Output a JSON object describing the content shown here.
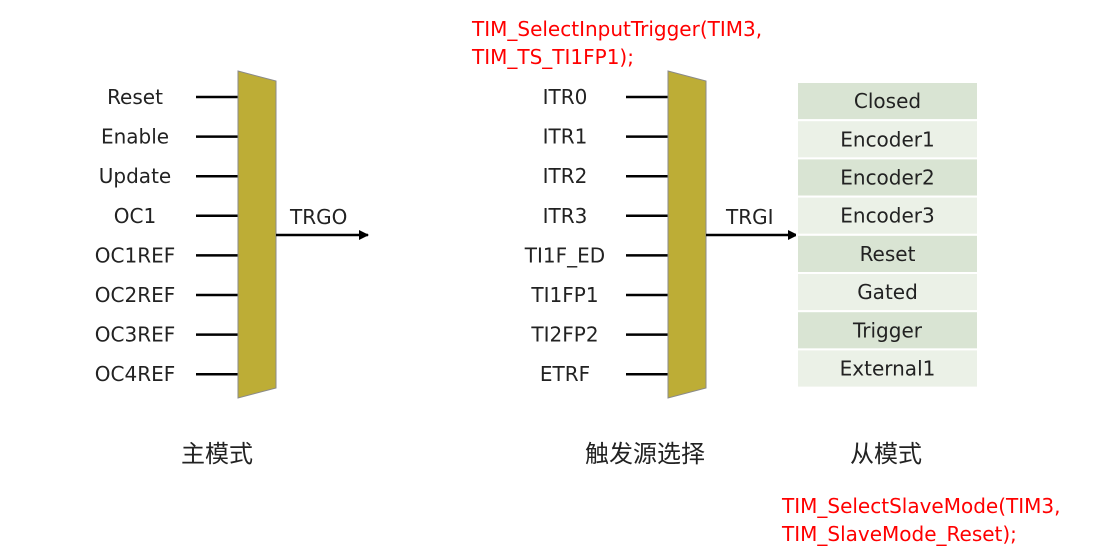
{
  "colors": {
    "mux_fill": "#bdad36",
    "mux_stroke": "#8a8a8a",
    "mode_fill_dark": "#d9e4d3",
    "mode_fill_light": "#ebf1e7",
    "mode_border": "#ffffff",
    "code_text": "#ff0000",
    "text": "#222222",
    "wire": "#000000"
  },
  "master": {
    "inputs": [
      "Reset",
      "Enable",
      "Update",
      "OC1",
      "OC1REF",
      "OC2REF",
      "OC3REF",
      "OC4REF"
    ],
    "output_label": "TRGO",
    "caption": "主模式"
  },
  "trigger": {
    "code_line1": "TIM_SelectInputTrigger(TIM3,",
    "code_line2": "TIM_TS_TI1FP1);",
    "inputs": [
      "ITR0",
      "ITR1",
      "ITR2",
      "ITR3",
      "TI1F_ED",
      "TI1FP1",
      "TI2FP2",
      "ETRF"
    ],
    "output_label": "TRGI",
    "caption": "触发源选择"
  },
  "slave": {
    "modes": [
      "Closed",
      "Encoder1",
      "Encoder2",
      "Encoder3",
      "Reset",
      "Gated",
      "Trigger",
      "External1"
    ],
    "caption": "从模式",
    "code_line1": "TIM_SelectSlaveMode(TIM3,",
    "code_line2": "TIM_SlaveMode_Reset);"
  }
}
